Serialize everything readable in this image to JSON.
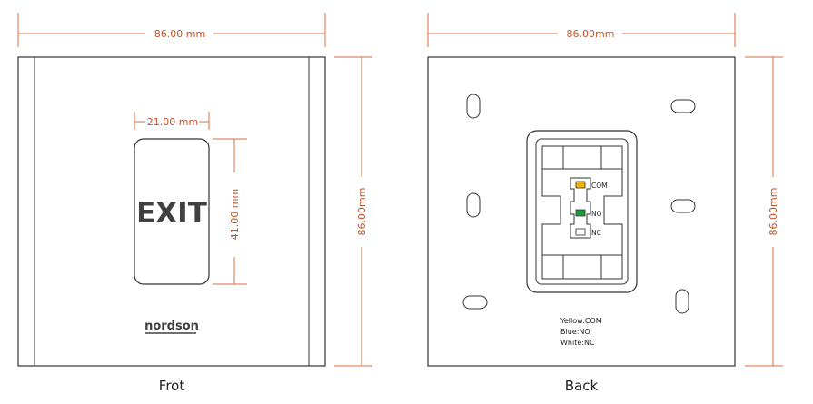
{
  "colors": {
    "dimension": "#d4703c",
    "outline": "#333333",
    "com_terminal": "#f2b400",
    "no_terminal": "#1a9a3a",
    "nc_terminal": "#ffffff"
  },
  "front": {
    "width_dim": "86.00 mm",
    "height_dim": "86.00mm",
    "button_width_dim": "21.00 mm",
    "button_height_dim": "41.00 mm",
    "button_text": "EXIT",
    "brand_logo": "nordson",
    "caption": "Frot"
  },
  "back": {
    "width_dim": "86.00mm",
    "height_dim": "86.00mm",
    "terminals": {
      "com": "COM",
      "no": "NO",
      "nc": "NC"
    },
    "wiring_legend": [
      "Yellow:COM",
      "Blue:NO",
      "White:NC"
    ],
    "caption": "Back"
  }
}
